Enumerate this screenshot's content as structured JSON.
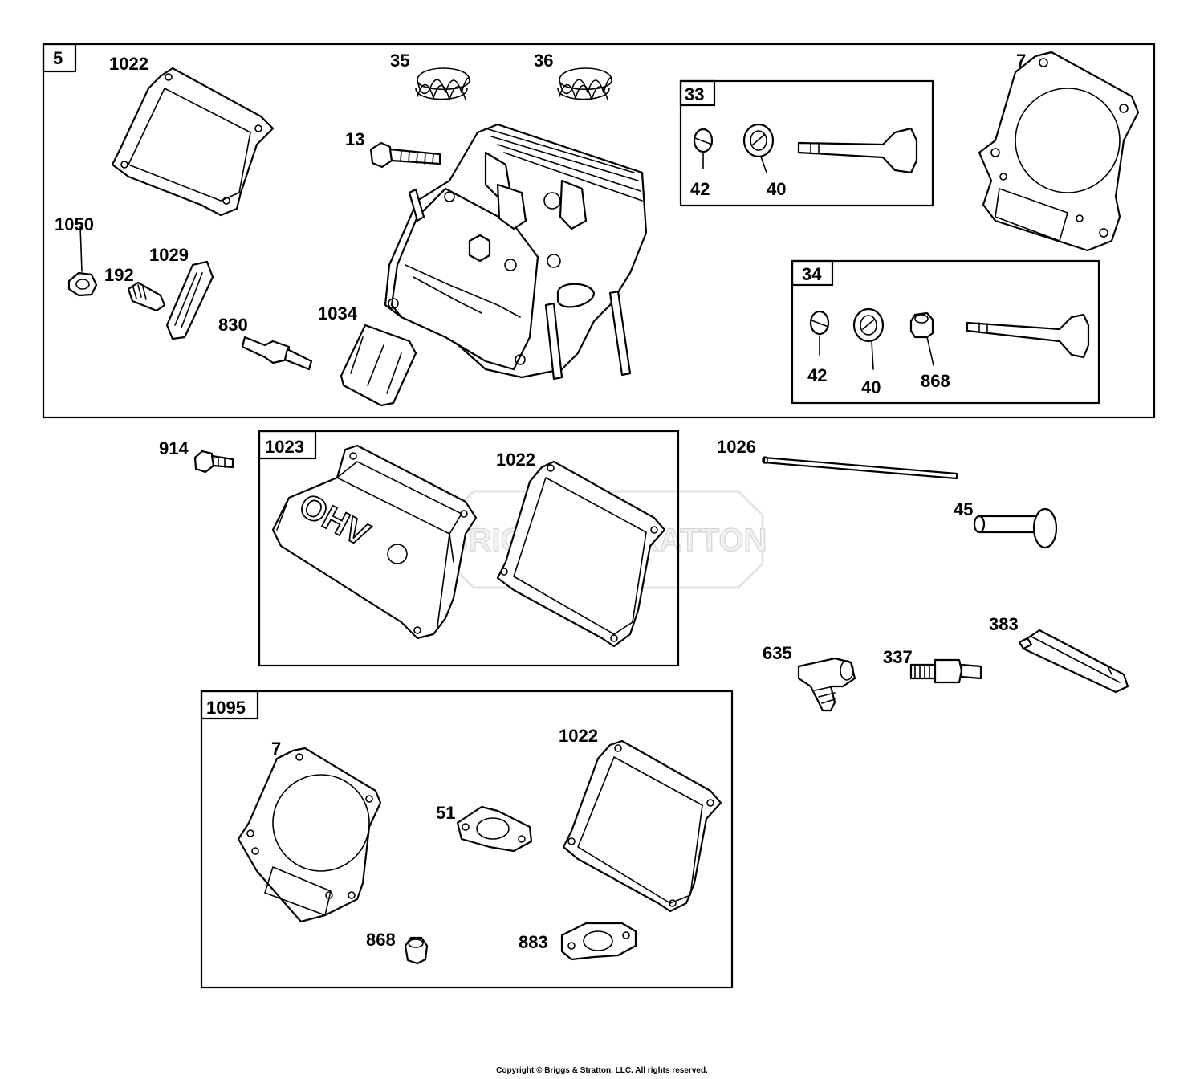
{
  "watermark": "BRIGGS&STRATTON",
  "copyright": "Copyright © Briggs & Stratton, LLC. All rights reserved.",
  "boxes": {
    "box5": "5",
    "box33": "33",
    "box34": "34",
    "box1023": "1023",
    "box1095": "1095"
  },
  "labels": {
    "l1022a": "1022",
    "l35": "35",
    "l36": "36",
    "l13": "13",
    "l7a": "7",
    "l42a": "42",
    "l40a": "40",
    "l1050": "1050",
    "l192": "192",
    "l1029": "1029",
    "l830": "830",
    "l1034": "1034",
    "l42b": "42",
    "l40b": "40",
    "l868a": "868",
    "l914": "914",
    "l1022b": "1022",
    "l1026": "1026",
    "l45": "45",
    "l383": "383",
    "l635": "635",
    "l337": "337",
    "l7b": "7",
    "l1022c": "1022",
    "l51": "51",
    "l868b": "868",
    "l883": "883"
  },
  "cover_text": "OHV"
}
